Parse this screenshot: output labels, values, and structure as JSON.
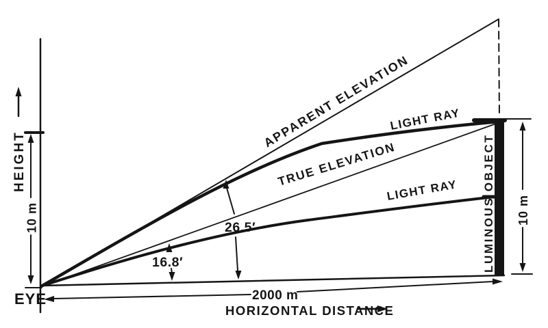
{
  "colors": {
    "ink": "#151515",
    "background": "#ffffff"
  },
  "labels": {
    "height_axis": "HEIGHT",
    "eye": "EYE",
    "observer_height_dim": "10 m",
    "apparent_elevation": "APPARENT ELEVATION",
    "true_elevation": "TRUE ELEVATION",
    "light_ray_upper": "LIGHT RAY",
    "light_ray_lower": "LIGHT RAY",
    "apparent_angle": "26.5′",
    "true_angle": "16.8′",
    "luminous_object": "LUMINOUS OBJECT",
    "object_height_dim": "10 m",
    "distance_value": "2000 m",
    "horizontal_distance_axis": "HORIZONTAL DISTANCE"
  },
  "values": {
    "apparent_elevation_arcmin": 26.5,
    "true_elevation_arcmin": 16.8,
    "horizontal_distance_m": 2000,
    "object_height_m": 10,
    "height_reference_m": 10
  }
}
